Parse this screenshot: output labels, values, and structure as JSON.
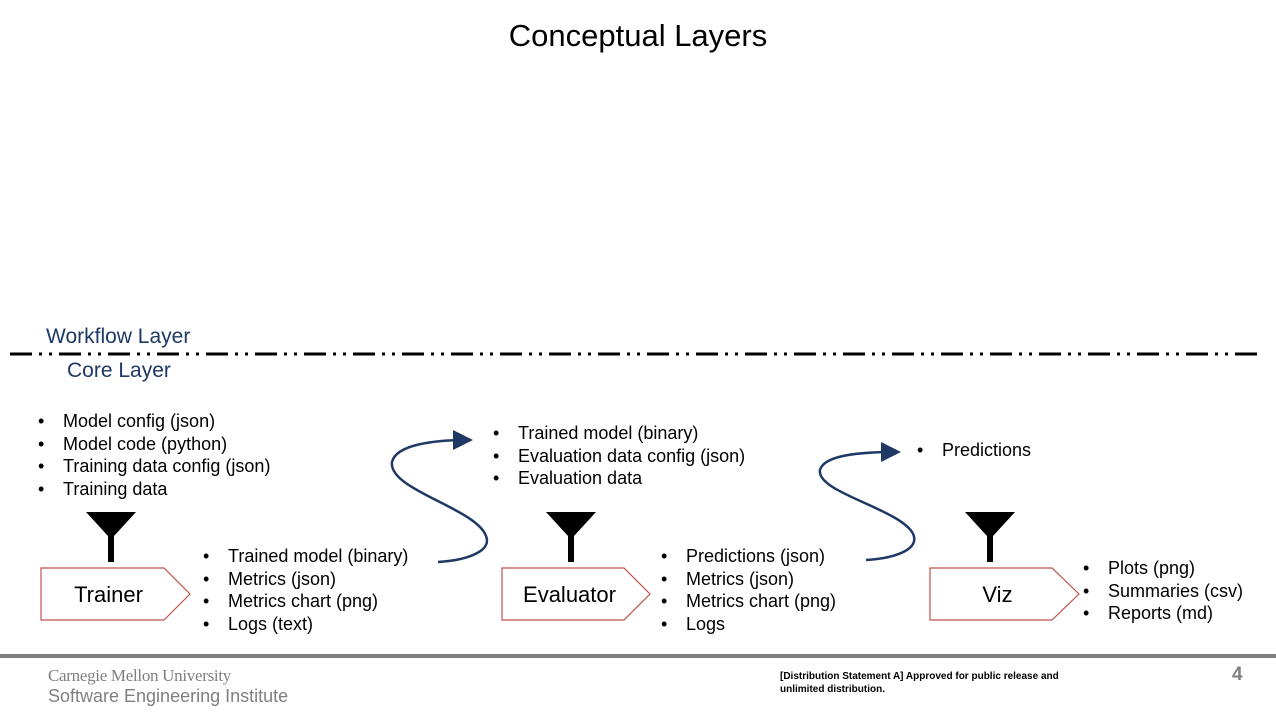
{
  "title": "Conceptual Layers",
  "layers": {
    "workflow": "Workflow Layer",
    "core": "Core Layer"
  },
  "trainer": {
    "label": "Trainer",
    "inputs": [
      "Model config (json)",
      "Model code (python)",
      "Training data config (json)",
      "Training data"
    ],
    "outputs": [
      "Trained model (binary)",
      "Metrics (json)",
      "Metrics chart (png)",
      "Logs (text)"
    ]
  },
  "evaluator": {
    "label": "Evaluator",
    "inputs": [
      "Trained model (binary)",
      "Evaluation data config (json)",
      "Evaluation data"
    ],
    "outputs": [
      "Predictions (json)",
      "Metrics (json)",
      "Metrics chart (png)",
      "Logs"
    ]
  },
  "viz": {
    "label": "Viz",
    "inputs": [
      "Predictions"
    ],
    "outputs": [
      "Plots (png)",
      "Summaries (csv)",
      "Reports (md)"
    ]
  },
  "colors": {
    "box_border": "#c0504d",
    "arrow": "#1f3864",
    "layer_text": "#1f3864"
  },
  "footer": {
    "university": "Carnegie Mellon University",
    "institute": "Software Engineering Institute",
    "distribution_line1": "[Distribution Statement A] Approved for public release and",
    "distribution_line2": "unlimited distribution.",
    "page_number": "4"
  }
}
